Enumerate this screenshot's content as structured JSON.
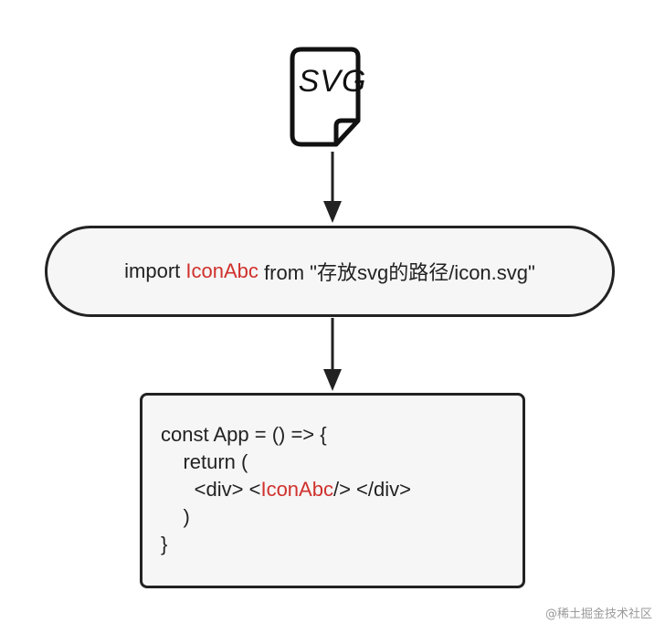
{
  "svg_file": {
    "label": "SVG"
  },
  "import_node": {
    "before": "import ",
    "highlight": "IconAbc",
    "after": " from \"存放svg的路径/icon.svg\""
  },
  "code_node": {
    "lines": [
      {
        "before": "const App = () => {",
        "highlight": "",
        "after": ""
      },
      {
        "before": "    return (",
        "highlight": "",
        "after": ""
      },
      {
        "before": "      <div> <",
        "highlight": "IconAbc",
        "after": "/> </div>"
      },
      {
        "before": "    )",
        "highlight": "",
        "after": ""
      },
      {
        "before": "}",
        "highlight": "",
        "after": ""
      }
    ]
  },
  "colors": {
    "highlight": "#d0312d",
    "stroke": "#222222",
    "node_fill": "#f6f6f6"
  },
  "watermark": "@稀土掘金技术社区"
}
